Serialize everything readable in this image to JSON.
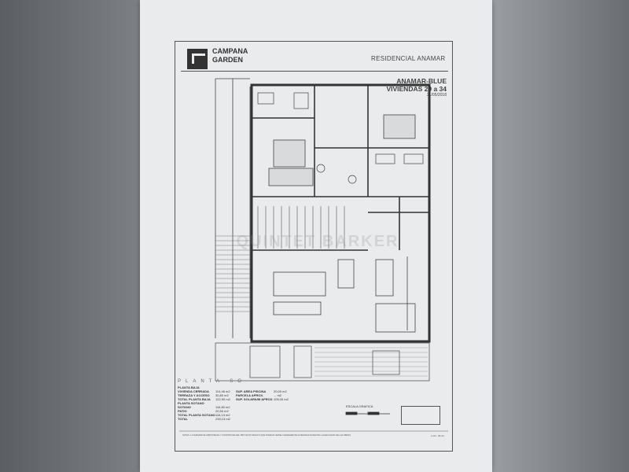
{
  "brand": {
    "name_line1": "CAMPANA",
    "name_line2": "GARDEN"
  },
  "header": {
    "residential": "RESIDENCIAL ANAMAR",
    "project_line1": "ANAMAR-BLUE",
    "project_line2": "VIVIENDAS 29 a 34",
    "date": "21/05/2018"
  },
  "plan": {
    "planta_label": "PLANTA SO",
    "watermark": "QUINTET BARKER"
  },
  "areas": {
    "rows": [
      {
        "k": "PLANTA BAJA",
        "v": "",
        "k2": "",
        "v2": ""
      },
      {
        "k": "VIVIENDA CERRADA",
        "v": "114,46 m2",
        "k2": "SUP. AREA PISCINA",
        "v2": "20,00 m2"
      },
      {
        "k": "TERRAZA Y ACCESO",
        "v": "30,80 m2",
        "k2": "PARCELA APROX.",
        "v2": "... m2"
      },
      {
        "k": "TOTAL PLANTA BAJA",
        "v": "122,90 m2",
        "k2": "SUP. SOLARIUM APROX.",
        "v2": "105,00 m2"
      },
      {
        "k": "",
        "v": "",
        "k2": "",
        "v2": ""
      },
      {
        "k": "PLANTA SOTANO",
        "v": "",
        "k2": "",
        "v2": ""
      },
      {
        "k": "SOTANO",
        "v": "116,80 m2",
        "k2": "",
        "v2": ""
      },
      {
        "k": "PATIO",
        "v": "20,50 m2",
        "k2": "",
        "v2": ""
      },
      {
        "k": "TOTAL PLANTA SOTANO",
        "v": "116,13 m2",
        "k2": "",
        "v2": ""
      },
      {
        "k": "TOTAL",
        "v": "239,13 m2",
        "k2": "",
        "v2": ""
      }
    ]
  },
  "scale": {
    "label": "ESCALA GRAFICA"
  },
  "notes": "NOTAS: LA SUPERFICIE APROXIMADA Y CONSTRUIDA DEL PROYECTO BASICO QUE PODRAN VERSE LIGERAMENTE ALTERADAS DURANTE LA EJECUCION DE LAS OBRAS",
  "stamp": "A-01 / 29-34"
}
